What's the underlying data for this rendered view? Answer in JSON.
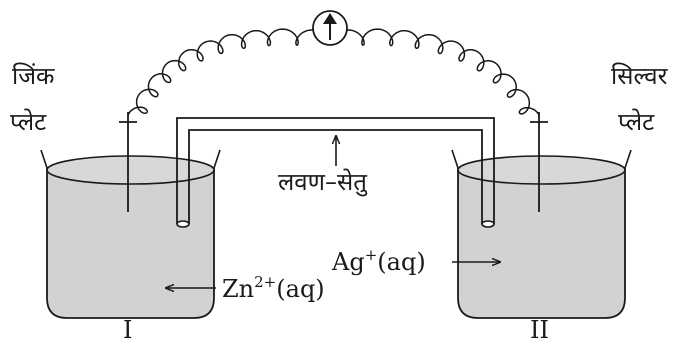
{
  "labels": {
    "left_plate_line1": "जिंक",
    "left_plate_line2": "प्लेट",
    "right_plate_line1": "सिल्वर",
    "right_plate_line2": "प्लेट",
    "salt_bridge": "लवण–सेतु",
    "zn_ion_base": "Zn",
    "zn_ion_sup": "2+",
    "zn_ion_tail": "(aq)",
    "ag_ion_base": "Ag",
    "ag_ion_sup": "+",
    "ag_ion_tail": "(aq)",
    "beaker_left": "I",
    "beaker_right": "II"
  },
  "colors": {
    "electrolyte": "#d2d2d2",
    "stroke": "#1a1a1a",
    "background": "#ffffff"
  },
  "meter": {
    "icon": "up-arrow-icon"
  }
}
